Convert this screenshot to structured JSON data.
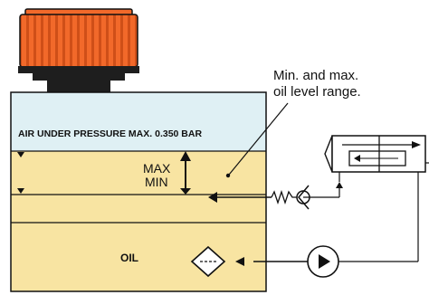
{
  "annotation": {
    "line1": "Min. and max.",
    "line2": "oil level range."
  },
  "tank": {
    "air_label": "AIR UNDER PRESSURE MAX. 0.350 BAR",
    "max_label": "MAX",
    "min_label": "MIN",
    "oil_label": "OIL"
  },
  "colors": {
    "cap": "#f2692a",
    "cap_dark": "#c94a14",
    "neck": "#1e1e1e",
    "air": "#dff0f4",
    "oil": "#f8e4a2",
    "line": "#111111"
  }
}
